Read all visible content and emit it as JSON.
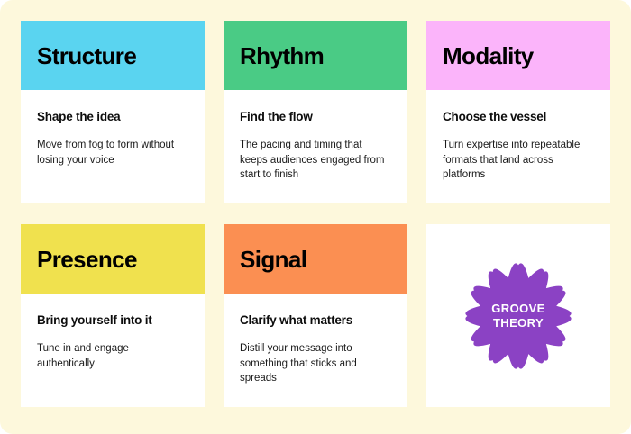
{
  "page": {
    "background_color": "#fdf8dc",
    "card_background": "#ffffff"
  },
  "cards": [
    {
      "title": "Structure",
      "subtitle": "Shape the idea",
      "text": "Move from fog to form without losing your voice",
      "header_color": "#5ad4f0",
      "name": "structure"
    },
    {
      "title": "Rhythm",
      "subtitle": "Find the flow",
      "text": "The pacing and timing that keeps audiences engaged from start to finish",
      "header_color": "#4acb85",
      "name": "rhythm"
    },
    {
      "title": "Modality",
      "subtitle": "Choose the vessel",
      "text": "Turn expertise into repeatable formats that land across platforms",
      "header_color": "#fbb4fa",
      "name": "modality"
    },
    {
      "title": "Presence",
      "subtitle": "Bring yourself into it",
      "text": "Tune in and engage authentically",
      "header_color": "#f0e14e",
      "name": "presence"
    },
    {
      "title": "Signal",
      "subtitle": "Clarify what matters",
      "text": "Distill your message into something that sticks and spreads",
      "header_color": "#fb8f52",
      "name": "signal"
    }
  ],
  "badge": {
    "line1": "GROOVE",
    "line2": "THEORY",
    "label": "GROOVE\nTHEORY",
    "color": "#8b42c4",
    "text_color": "#ffffff",
    "shape": "scalloped-star-12-point"
  }
}
